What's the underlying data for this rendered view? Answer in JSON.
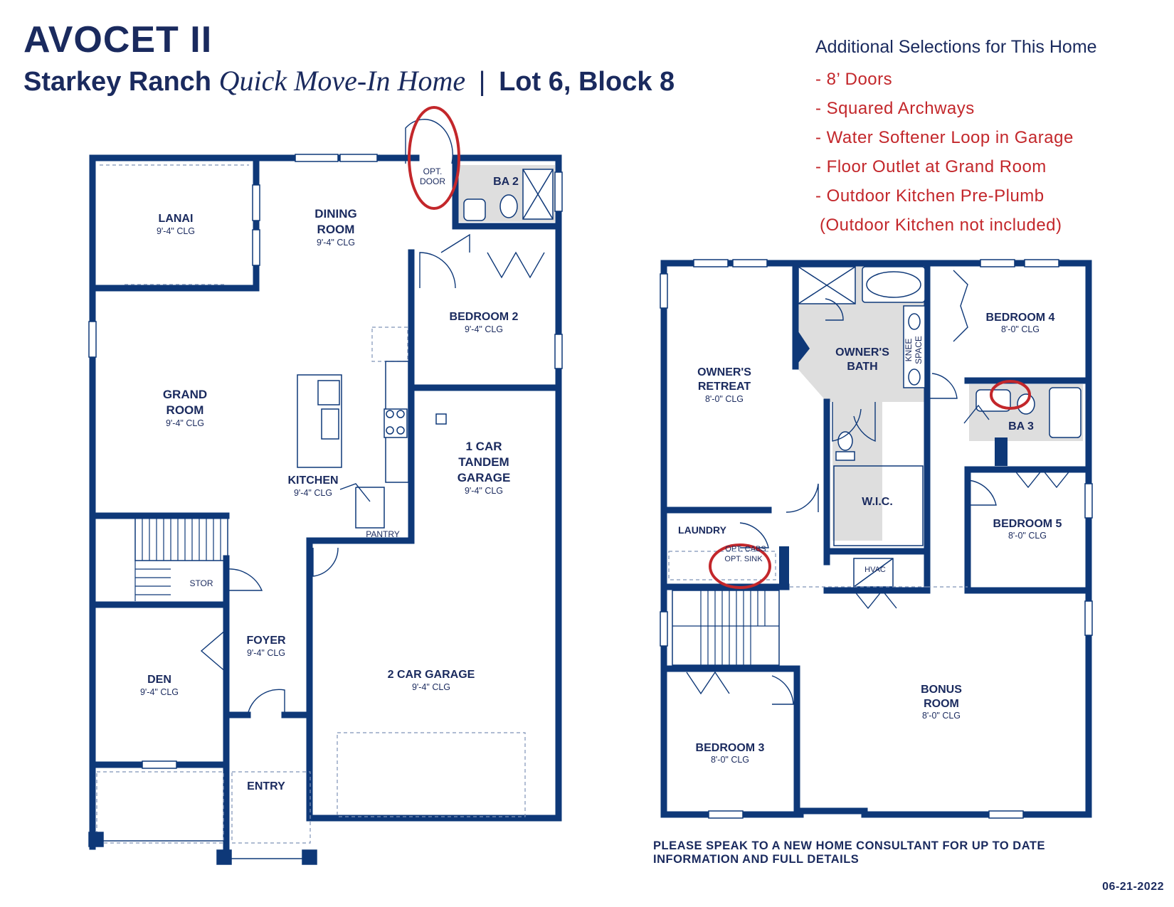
{
  "header": {
    "title": "AVOCET II",
    "subtitle_a": "Starkey Ranch",
    "subtitle_b": "Quick Move-In Home",
    "subtitle_sep": "|",
    "subtitle_c": "Lot 6, Block 8"
  },
  "selections": {
    "heading": "Additional Selections for This Home",
    "items": [
      "- 8’ Doors",
      "- Squared Archways",
      "- Water Softener Loop in Garage",
      "- Floor Outlet at Grand Room",
      "- Outdoor Kitchen Pre-Plumb",
      "(Outdoor Kitchen not included)"
    ]
  },
  "first_floor": {
    "lanai": {
      "name": "LANAI",
      "ceiling": "9'-4\" CLG"
    },
    "dining": {
      "name_1": "DINING",
      "name_2": "ROOM",
      "ceiling": "9'-4\" CLG"
    },
    "opt_door": {
      "line_1": "OPT.",
      "line_2": "DOOR"
    },
    "ba2": {
      "name": "BA 2"
    },
    "bedroom2": {
      "name": "BEDROOM 2",
      "ceiling": "9'-4\" CLG"
    },
    "grand": {
      "name_1": "GRAND",
      "name_2": "ROOM",
      "ceiling": "9'-4\" CLG"
    },
    "kitchen": {
      "name": "KITCHEN",
      "ceiling": "9'-4\" CLG"
    },
    "pantry": {
      "name": "PANTRY"
    },
    "tandem": {
      "name_1": "1 CAR",
      "name_2": "TANDEM",
      "name_3": "GARAGE",
      "ceiling": "9'-4\" CLG"
    },
    "stor": {
      "name": "STOR"
    },
    "foyer": {
      "name": "FOYER",
      "ceiling": "9'-4\" CLG"
    },
    "den": {
      "name": "DEN",
      "ceiling": "9'-4\" CLG"
    },
    "garage2": {
      "name": "2 CAR GARAGE",
      "ceiling": "9'-4\" CLG"
    },
    "entry": {
      "name": "ENTRY"
    }
  },
  "second_floor": {
    "owners_retreat": {
      "name_1": "OWNER'S",
      "name_2": "RETREAT",
      "ceiling": "8'-0\" CLG"
    },
    "owners_bath": {
      "name_1": "OWNER'S",
      "name_2": "BATH"
    },
    "knee": {
      "line_1": "KNEE",
      "line_2": "SPACE"
    },
    "bedroom4": {
      "name": "BEDROOM 4",
      "ceiling": "8'-0\" CLG"
    },
    "ba3": {
      "name": "BA 3"
    },
    "wic": {
      "name": "W.I.C."
    },
    "laundry": {
      "name": "LAUNDRY",
      "opt_cabs": "OPT. CABS",
      "opt_sink": "OPT. SINK"
    },
    "hvac": {
      "name": "HVAC"
    },
    "bedroom5": {
      "name": "BEDROOM 5",
      "ceiling": "8'-0\" CLG"
    },
    "bonus": {
      "name_1": "BONUS",
      "name_2": "ROOM",
      "ceiling": "8'-0\" CLG"
    },
    "bedroom3": {
      "name": "BEDROOM 3",
      "ceiling": "8'-0\" CLG"
    }
  },
  "footer": {
    "disclaimer_1": "PLEASE SPEAK TO A NEW HOME CONSULTANT FOR UP TO DATE",
    "disclaimer_2": "INFORMATION AND FULL DETAILS",
    "date": "06-21-2022"
  },
  "colors": {
    "navy": "#1a2a5e",
    "wall": "#0e3878",
    "accent_red": "#c3272b",
    "wet_area": "#dedede"
  }
}
